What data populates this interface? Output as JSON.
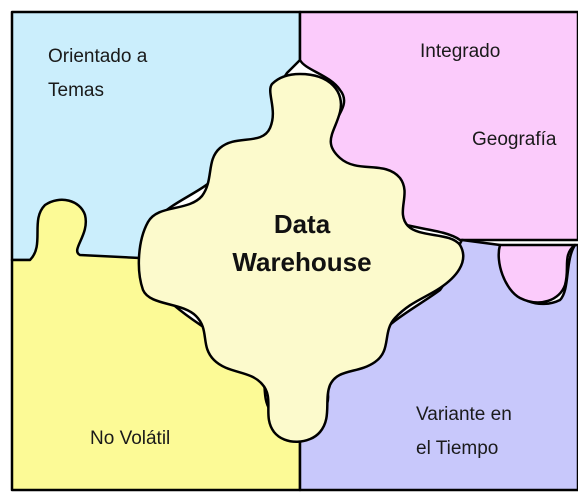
{
  "colors": {
    "top_left": "#cbeefc",
    "top_right": "#fbcbfb",
    "bottom_left": "#fcfa96",
    "bottom_right": "#c8c8fb",
    "center": "#fcfacc",
    "outline": "#000000"
  },
  "pieces": {
    "top_left": {
      "line1": "Orientado a",
      "line2": "Temas"
    },
    "top_right": {
      "line1": "Integrado",
      "line2": "Geografía"
    },
    "bottom_left": {
      "line1": "No Volátil"
    },
    "bottom_right": {
      "line1": "Variante en",
      "line2": "el Tiempo"
    },
    "center": {
      "line1": "Data",
      "line2": "Warehouse"
    }
  }
}
